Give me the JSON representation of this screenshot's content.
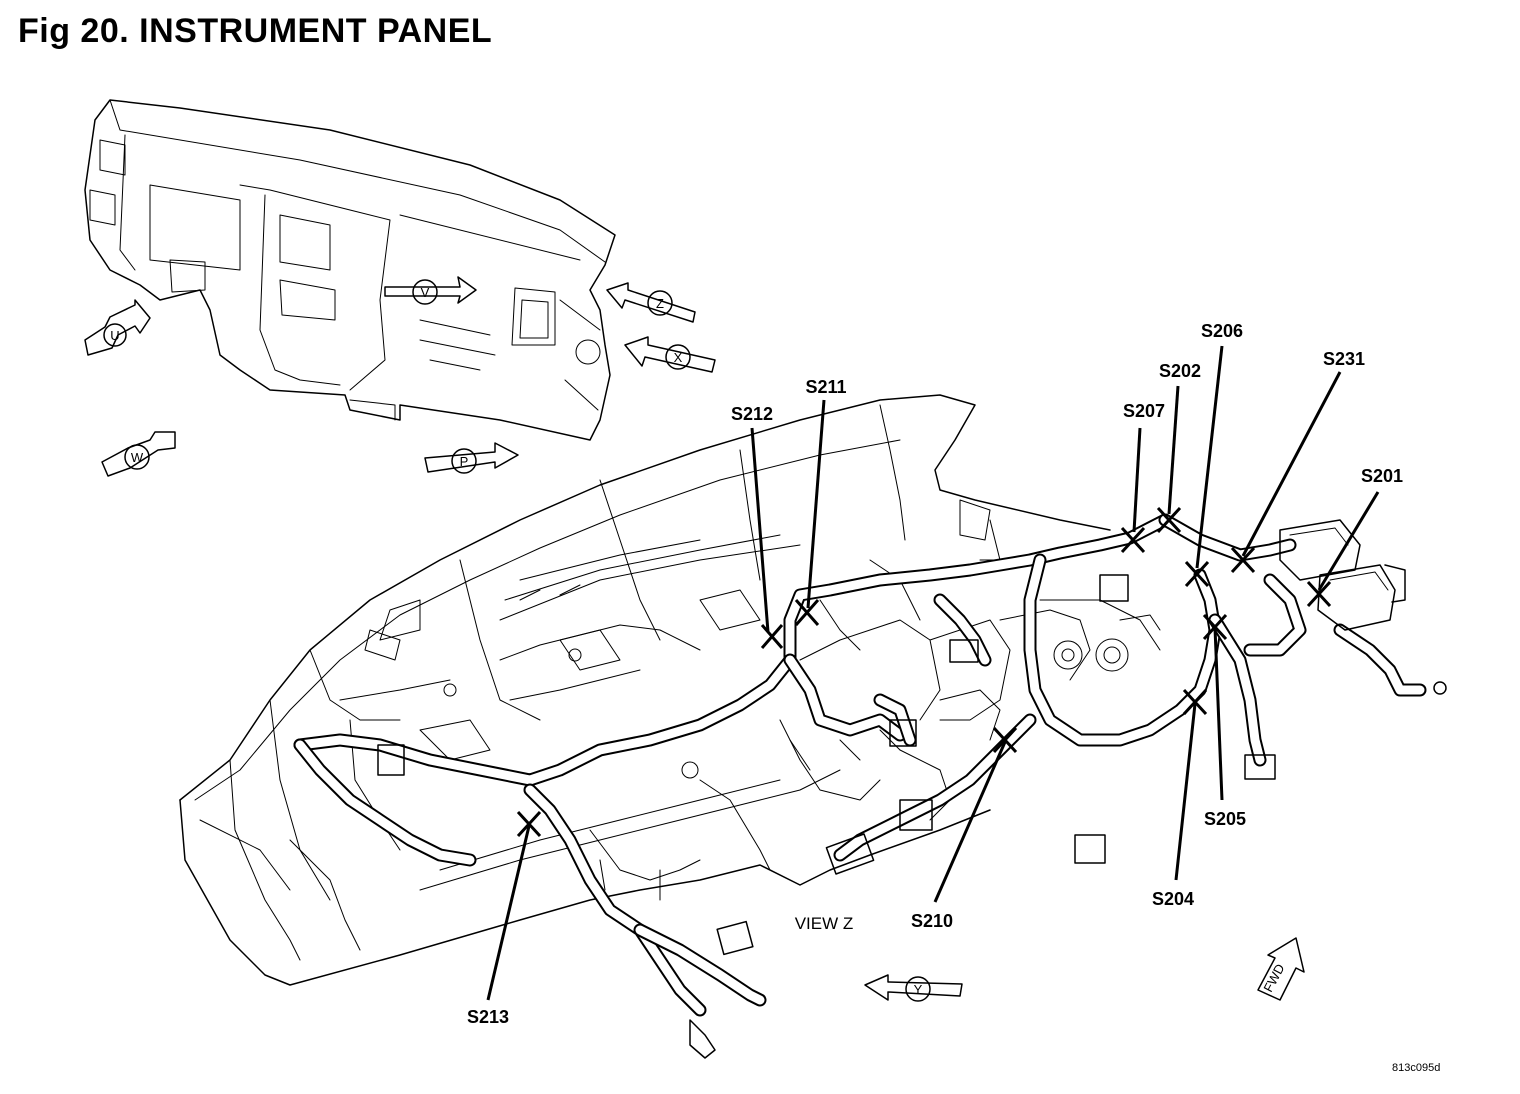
{
  "title": "Fig 20. INSTRUMENT PANEL",
  "figure_code": "813c095d",
  "view_arrows": [
    {
      "letter": "U"
    },
    {
      "letter": "V"
    },
    {
      "letter": "Z"
    },
    {
      "letter": "X"
    },
    {
      "letter": "W"
    },
    {
      "letter": "P"
    },
    {
      "letter": "Y"
    }
  ],
  "view_caption": "VIEW Z",
  "fwd_label": "FWD",
  "splices": [
    {
      "id": "S212"
    },
    {
      "id": "S211"
    },
    {
      "id": "S207"
    },
    {
      "id": "S202"
    },
    {
      "id": "S206"
    },
    {
      "id": "S231"
    },
    {
      "id": "S201"
    },
    {
      "id": "S205"
    },
    {
      "id": "S204"
    },
    {
      "id": "S210"
    },
    {
      "id": "S213"
    }
  ]
}
